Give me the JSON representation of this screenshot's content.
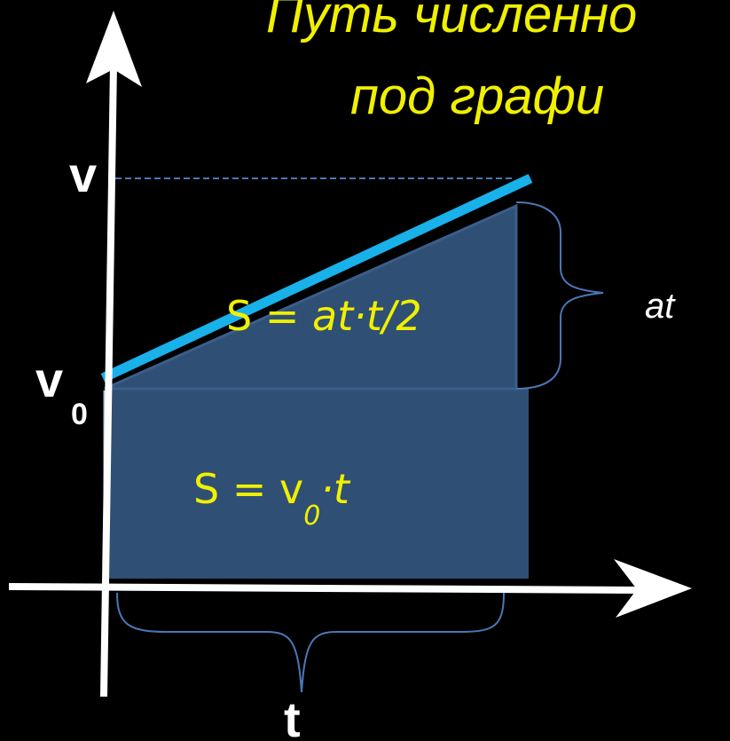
{
  "title": {
    "line1": "Путь численно",
    "line2": "под графи"
  },
  "axes": {
    "y_label": "v",
    "v0_main": "v",
    "v0_sub": "0",
    "x_label": "t"
  },
  "formulas": {
    "triangle_prefix": "S = ",
    "triangle_expr": "at·t/2",
    "rectangle_prefix": "S = v",
    "rectangle_sub": "0",
    "rectangle_suffix": "·t"
  },
  "brace_label": "at",
  "colors": {
    "background": "#000000",
    "area_fill": "#2f4f74",
    "velocity_line": "#19b1ea",
    "text_yellow": "#f0f000",
    "axis": "#ffffff",
    "brace": "#4a78b6"
  }
}
